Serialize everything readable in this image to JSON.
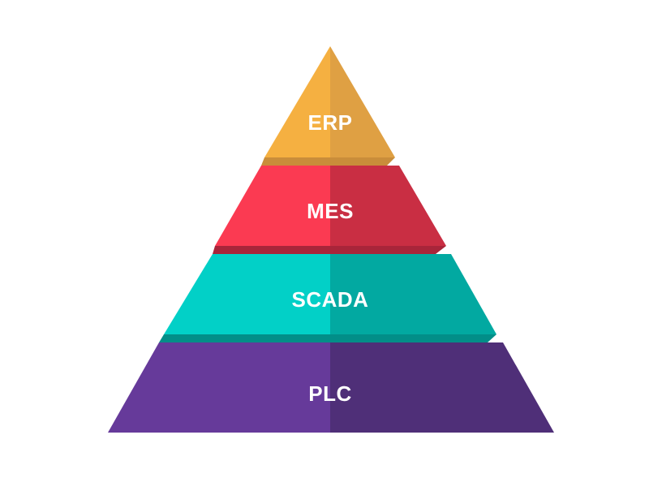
{
  "pyramid": {
    "layers": [
      {
        "label": "ERP",
        "color_light": "#F5B041",
        "color_dark": "#DFA043",
        "color_ledge": "#C98D3A"
      },
      {
        "label": "MES",
        "color_light": "#FB3A52",
        "color_dark": "#C92E43",
        "color_ledge": "#A8253A"
      },
      {
        "label": "SCADA",
        "color_light": "#02D0C7",
        "color_dark": "#02A9A1",
        "color_ledge": "#028E88"
      },
      {
        "label": "PLC",
        "color_light": "#663A9A",
        "color_dark": "#4F2F78",
        "color_ledge": "#3F2562"
      }
    ]
  }
}
